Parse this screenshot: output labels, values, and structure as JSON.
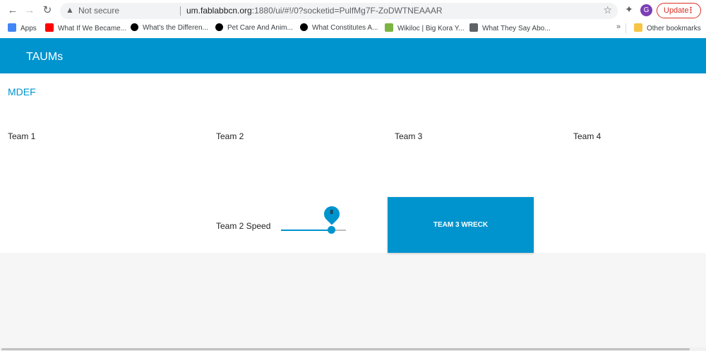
{
  "browser": {
    "url_host": "um.fablabbcn.org",
    "url_rest": ":1880/ui/#!/0?socketid=PulfMg7F-ZoDWTNEAAAR",
    "security_text": "Not secure",
    "profile_initial": "G",
    "update_label": "Update",
    "bookmarks": [
      {
        "label": "Apps",
        "icon": "apps-grid-icon",
        "color": "#4285f4"
      },
      {
        "label": "What If We Became...",
        "icon": "youtube-icon",
        "color": "#ff0000"
      },
      {
        "label": "What's the Differen...",
        "icon": "paw-icon",
        "color": "#000000"
      },
      {
        "label": "Pet Care And Anim...",
        "icon": "paw-icon",
        "color": "#000000"
      },
      {
        "label": "What Constitutes A...",
        "icon": "paw-icon",
        "color": "#000000"
      },
      {
        "label": "Wikiloc | Big Kora Y...",
        "icon": "wikiloc-icon",
        "color": "#7cb342"
      },
      {
        "label": "What They Say Abo...",
        "icon": "chart-icon",
        "color": "#5f6368"
      }
    ],
    "other_bookmarks": "Other bookmarks"
  },
  "app": {
    "title": "TAUMs",
    "accent_color": "#0094ce",
    "group_title": "MDEF",
    "teams": [
      "Team 1",
      "Team 2",
      "Team 3",
      "Team 4"
    ],
    "slider": {
      "label": "Team 2 Speed",
      "value": "8",
      "fraction": 0.78
    },
    "wreck_button": "TEAM 3 WRECK"
  }
}
